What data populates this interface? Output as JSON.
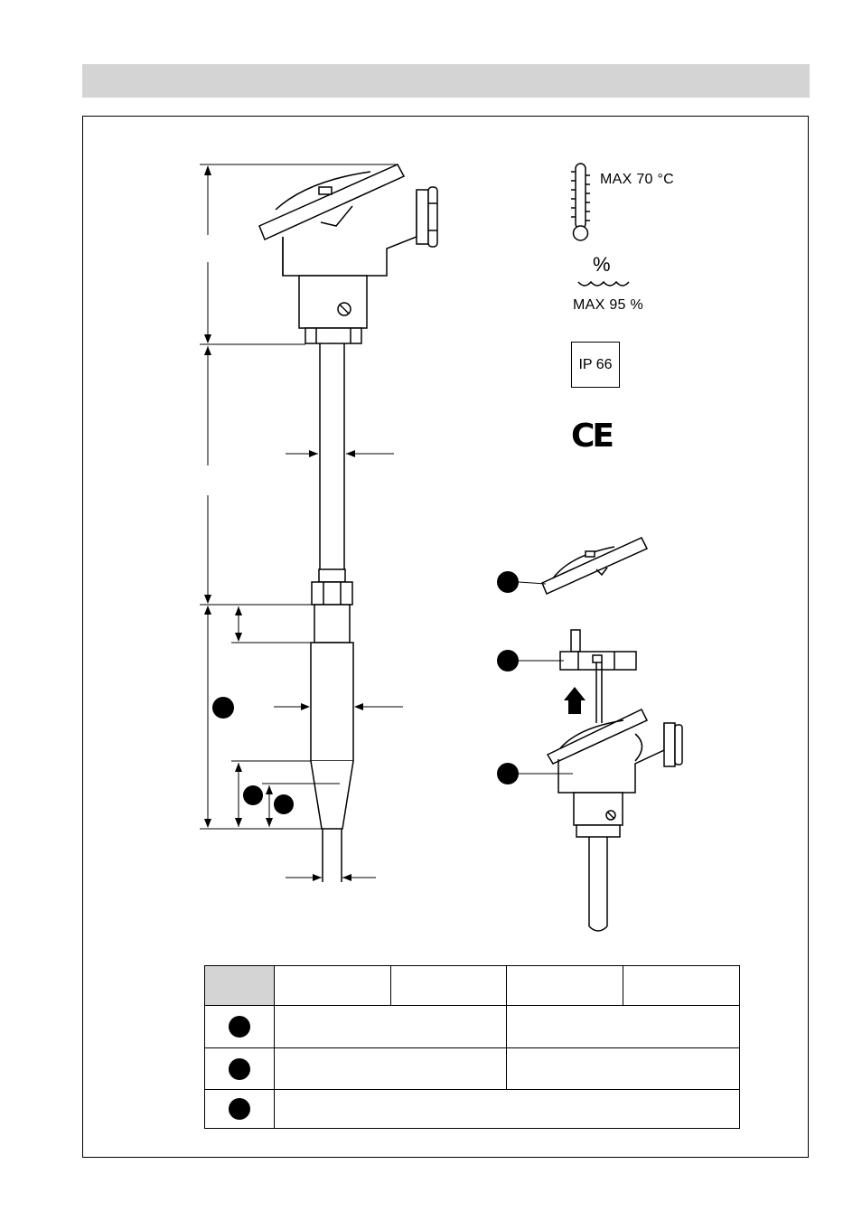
{
  "icons": {
    "temperature": {
      "icon": "thermometer-icon",
      "label": "MAX 70 °C"
    },
    "humidity": {
      "icon": "humidity-icon",
      "symbol": "%",
      "label": "MAX 95 %"
    },
    "protection": {
      "label": "IP 66"
    },
    "conformity": {
      "label": "CE"
    }
  },
  "table": {
    "header_cells": [
      "",
      "",
      "",
      "",
      ""
    ],
    "rows": [
      {
        "marker": "callout-dot",
        "cells": [
          "",
          ""
        ]
      },
      {
        "marker": "callout-dot",
        "cells": [
          "",
          ""
        ]
      },
      {
        "marker": "callout-dot",
        "cells": [
          ""
        ]
      }
    ]
  },
  "colors": {
    "header_gray": "#d4d4d4",
    "ink": "#000000"
  }
}
